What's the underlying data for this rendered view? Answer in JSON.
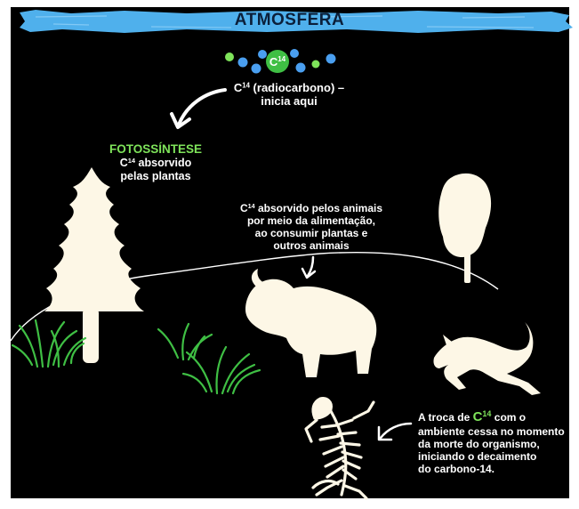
{
  "colors": {
    "background": "#000000",
    "banner": "#4fb0ec",
    "banner_text": "#0b1f3a",
    "accent_green": "#7ee35a",
    "molecule_blue": "#4a9ff0",
    "silhouette": "#fdf7e6",
    "text": "#ffffff"
  },
  "banner": {
    "title": "ATMOSFERA"
  },
  "molecule": {
    "label_base": "C",
    "label_sup": "14"
  },
  "intro": {
    "line1_base": "C",
    "line1_sup": "14",
    "line1_rest": " (radiocarbono) –",
    "line2": "inicia aqui"
  },
  "photosynthesis": {
    "heading": "FOTOSSÍNTESE",
    "line1_base": "C",
    "line1_sup": "14",
    "line1_rest": " absorvido",
    "line2": "pelas plantas"
  },
  "animals": {
    "line1_base": "C",
    "line1_sup": "14",
    "line1_rest": " absorvido pelos animais",
    "line2": "por meio da alimentação,",
    "line3": "ao consumir plantas e",
    "line4": "outros animais"
  },
  "death": {
    "line1_pre": "A troca de ",
    "line1_base": "C",
    "line1_sup": "14",
    "line1_rest": " com o",
    "line2": "ambiente cessa no momento",
    "line3": "da morte do organismo,",
    "line4": "iniciando o decaimento",
    "line5": "do carbono-14."
  },
  "icons": [
    "carbon-molecule-icon",
    "curved-arrow-icon",
    "pine-tree-icon",
    "round-tree-icon",
    "grass-icon",
    "bison-icon",
    "wolf-icon",
    "skeleton-icon"
  ]
}
